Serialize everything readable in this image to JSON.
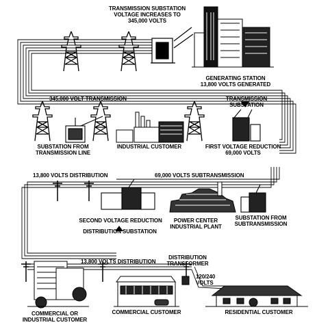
{
  "labels": {
    "tx_sub_top": [
      "TRANSMISSION SUBSTATION",
      "VOLTAGE INCREASES TO",
      "345,000 VOLTS"
    ],
    "gen_station": [
      "GENERATING STATION",
      "13,800 VOLTS GENERATED"
    ],
    "line_345": "345,000 VOLT TRANSMISSION",
    "tx_sub_right": [
      "TRANSMISSION",
      "SUBSTATION"
    ],
    "sub_from_line": [
      "SUBSTATION FROM",
      "TRANSMISSION LINE"
    ],
    "industrial": "INDUSTRIAL CUSTOMER",
    "first_reduction": [
      "FIRST VOLTAGE REDUCTION",
      "69,000 VOLTS"
    ],
    "dist_13800_a": "13,800 VOLTS DISTRIBUTION",
    "subtrans_69": "69,000 VOLTS  SUBTRANSMISSION",
    "second_reduction": "SECOND VOLTAGE REDUCTION",
    "dist_substation": "DISTRIBUTION SUBSTATION",
    "power_center": [
      "POWER CENTER",
      "INDUSTRIAL PLANT"
    ],
    "sub_from_subtrans": [
      "SUBSTATION FROM",
      "SUBTRANSMISSION"
    ],
    "dist_13800_b": "13,800 VOLTS DISTRIBUTION",
    "dist_transformer": [
      "DISTRIBUTION",
      "TRANSFORMER"
    ],
    "v120_240": [
      "120/240",
      "VOLTS"
    ],
    "commercial_industrial": [
      "COMMERCIAL OR",
      "INDUSTRIAL CUSTOMER"
    ],
    "commercial": "COMMERCIAL CUSTOMER",
    "residential": "RESIDENTIAL CUSTOMER"
  }
}
